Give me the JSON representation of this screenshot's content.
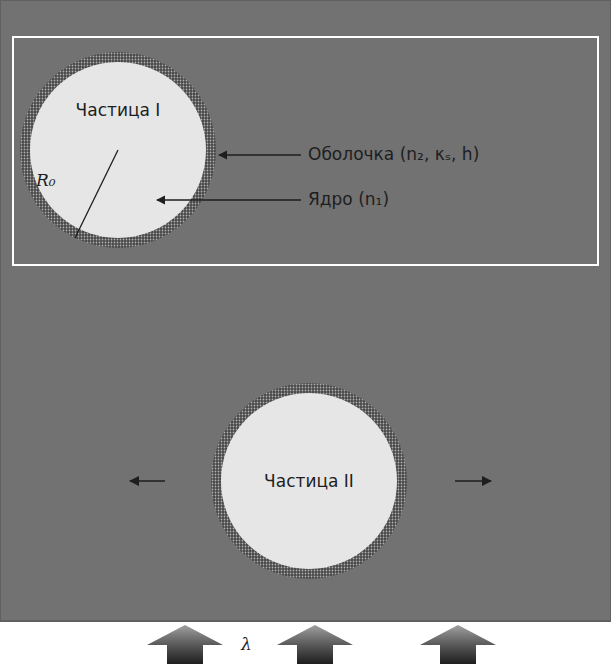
{
  "diagram": {
    "nodes": [
      {
        "text": [
          "Частица I"
        ]
      },
      {
        "text": [
          "Частица II"
        ]
      }
    ],
    "labels": [
      "R₀",
      "Оболочка (n₂, κₛ, h)",
      "Ядро (n₁)",
      "λ"
    ]
  }
}
